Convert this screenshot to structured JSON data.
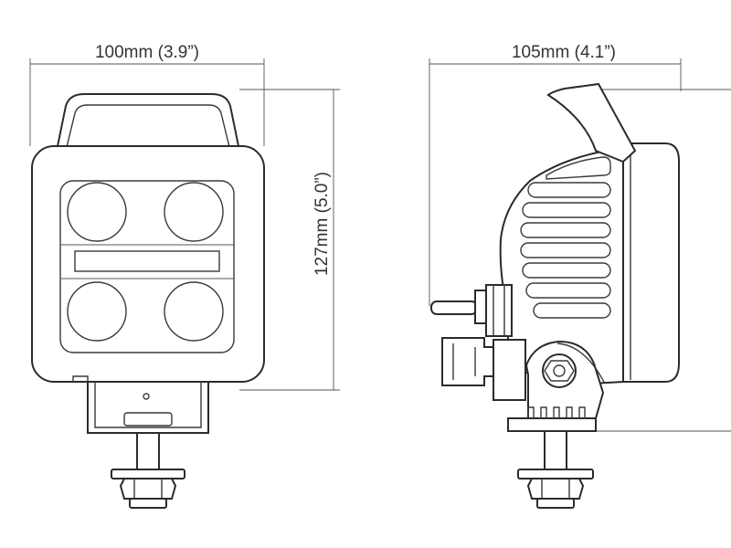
{
  "dimensions": {
    "front_width": "100mm (3.9”)",
    "side_depth": "105mm (4.1”)",
    "height": "127mm (5.0”)"
  },
  "colors": {
    "line": "#2b2b2b",
    "dimension_line": "#555555",
    "text": "#333333"
  }
}
